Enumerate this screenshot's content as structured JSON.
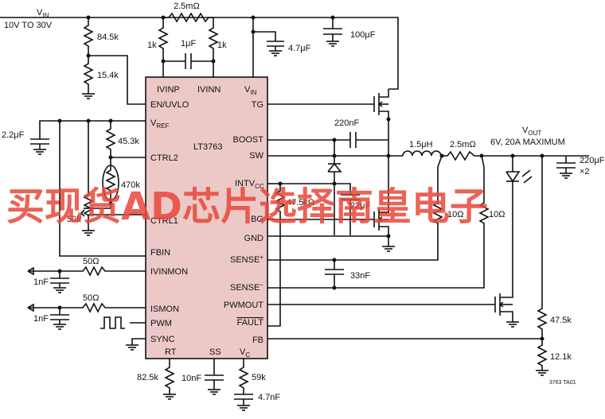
{
  "vin": {
    "name": "V",
    "sub": "IN",
    "range": "10V TO 30V"
  },
  "ic": {
    "part": "LT3763",
    "left_pins": {
      "ivinp": "IVINP",
      "enuvlo": "EN/UVLO",
      "vref": "V",
      "vref_sub": "REF",
      "ctrl2": "CTRL2",
      "ctrl1": "CTRL1",
      "fbin": "FBIN",
      "ivinmon": "IVINMON",
      "ismon": "ISMON",
      "pwm": "PWM",
      "sync": "SYNC"
    },
    "top_pins": {
      "ivinn": "IVINN",
      "vin": "V",
      "vin_sub": "IN"
    },
    "right_pins": {
      "tg": "TG",
      "boost": "BOOST",
      "sw": "SW",
      "intv": "INTV",
      "intv_sub": "CC",
      "bg": "BG",
      "gnd": "GND",
      "sense_p": "SENSE",
      "sense_p_sup": "+",
      "sense_n": "SENSE",
      "sense_n_sup": "−",
      "pwmout": "PWMOUT",
      "fault": "FAULT",
      "fb": "FB"
    },
    "bottom_pins": {
      "rt": "RT",
      "ss": "SS",
      "vc": "V",
      "vc_sub": "C"
    }
  },
  "components": {
    "r_in_sense": "2.5mΩ",
    "r_84k5": "84.5k",
    "r_15k4": "15.4k",
    "r_1k_left": "1k",
    "c_1u": "1μF",
    "r_1k_right": "1k",
    "c_4u7": "4.7μF",
    "c_100u": "100μF",
    "c_2u2": "2.2μF",
    "r_45k3": "45.3k",
    "r_470k": "470k",
    "pot_50k": "50k",
    "c_220n": "220nF",
    "inductor": "1.5μH",
    "r_out_sense": "2.5mΩ",
    "r_47k5_intv": "47.5kΩ",
    "c_22u": "22μF",
    "r_10_a": "10Ω",
    "r_10_b": "10Ω",
    "c_33n": "33nF",
    "r_50_a": "50Ω",
    "c_1n_a": "1nF",
    "r_50_b": "50Ω",
    "c_1n_b": "1nF",
    "r_82k5": "82.5k",
    "c_10n": "10nF",
    "r_59k": "59k",
    "c_4n7": "4.7nF",
    "c_220u": "220μF",
    "c_220u_qty": "×2",
    "r_47k5_fb": "47.5k",
    "r_12k1": "12.1k"
  },
  "vout": {
    "name": "V",
    "sub": "OUT",
    "spec": "6V, 20A MAXIMUM"
  },
  "figure_id": "3763 TA01",
  "watermark": "买现货AD芯片选择南皇电子"
}
